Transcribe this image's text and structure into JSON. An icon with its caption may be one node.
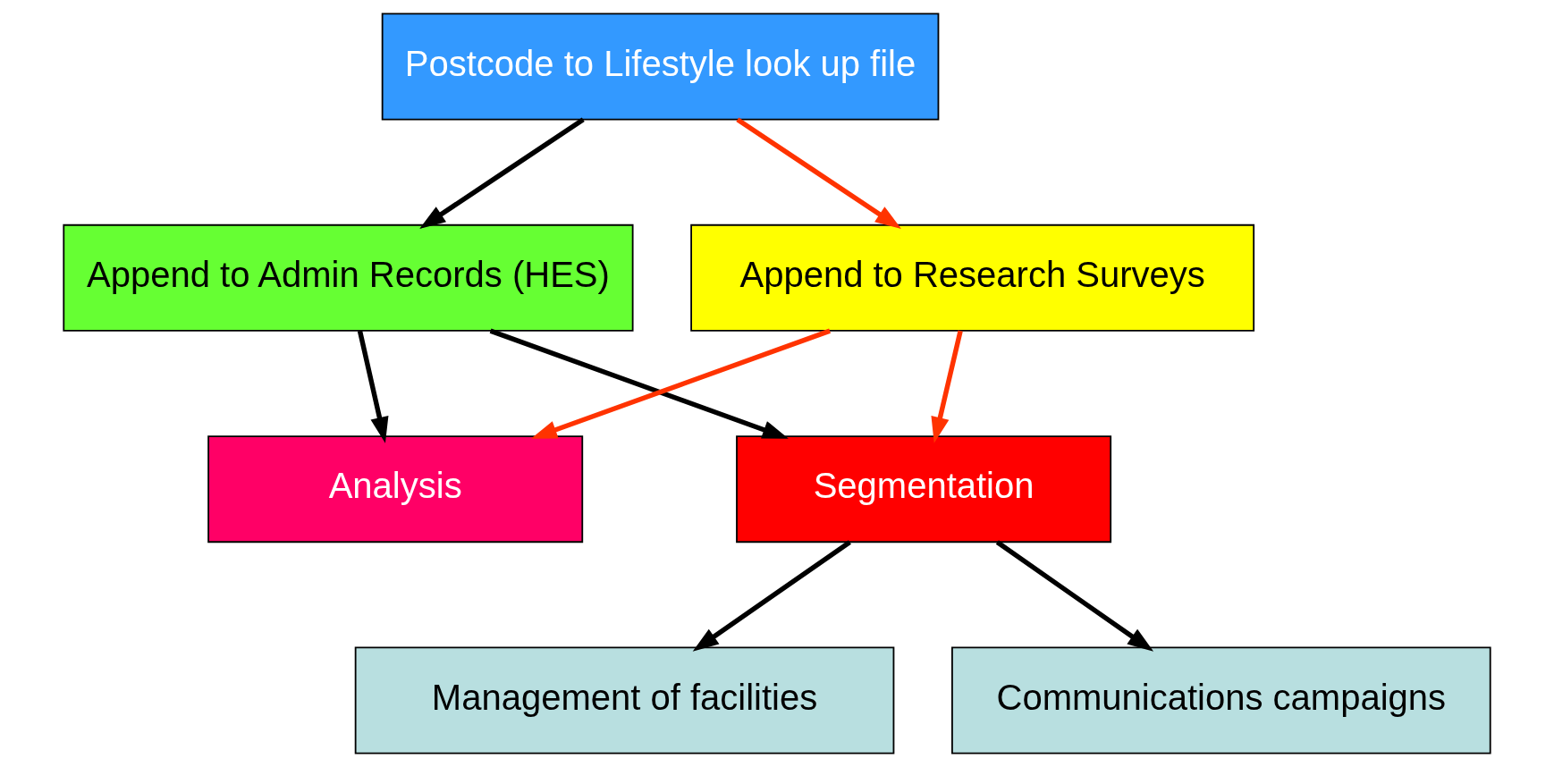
{
  "diagram": {
    "nodes": [
      {
        "text": [
          "Postcode to Lifestyle look up file"
        ]
      },
      {
        "text": [
          "Append to Admin Records (HES)"
        ]
      },
      {
        "text": [
          "Append to Research Surveys"
        ]
      },
      {
        "text": [
          "Analysis"
        ]
      },
      {
        "text": [
          "Segmentation"
        ]
      },
      {
        "text": [
          "Management of facilities"
        ]
      },
      {
        "text": [
          "Communications campaigns"
        ]
      }
    ],
    "edges": [
      {
        "from": 0,
        "to": 1,
        "arrow": "to"
      },
      {
        "from": 0,
        "to": 2,
        "arrow": "to",
        "color": "#ff3300"
      },
      {
        "from": 1,
        "to": 3,
        "arrow": "to"
      },
      {
        "from": 1,
        "to": 4,
        "arrow": "to"
      },
      {
        "from": 2,
        "to": 3,
        "arrow": "to",
        "color": "#ff3300"
      },
      {
        "from": 2,
        "to": 4,
        "arrow": "to",
        "color": "#ff3300"
      },
      {
        "from": 4,
        "to": 5,
        "arrow": "to"
      },
      {
        "from": 4,
        "to": 6,
        "arrow": "to"
      }
    ]
  }
}
